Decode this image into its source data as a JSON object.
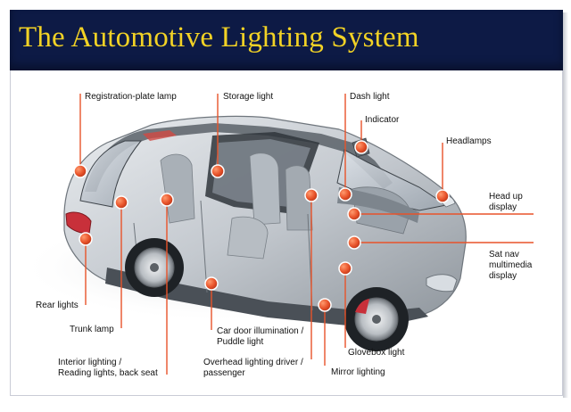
{
  "title": "The Automotive Lighting System",
  "colors": {
    "title_bg": "#0d1a45",
    "title_text": "#f2d225",
    "leader": "#e8532a",
    "marker": "#e8532a"
  },
  "labels": {
    "registration_plate_lamp": "Registration-plate lamp",
    "storage_light": "Storage light",
    "dash_light": "Dash light",
    "indicator": "Indicator",
    "headlamps": "Headlamps",
    "head_up_display": "Head up\ndisplay",
    "sat_nav": "Sat nav\nmultimedia\ndisplay",
    "rear_lights": "Rear lights",
    "trunk_lamp": "Trunk lamp",
    "interior_lighting": "Interior lighting /\nReading lights, back seat",
    "car_door_illumination": "Car door illumination /\nPuddle light",
    "overhead_lighting": "Overhead lighting driver /\npassenger",
    "glovebox_light": "Glovebox light",
    "mirror_lighting": "Mirror lighting"
  }
}
